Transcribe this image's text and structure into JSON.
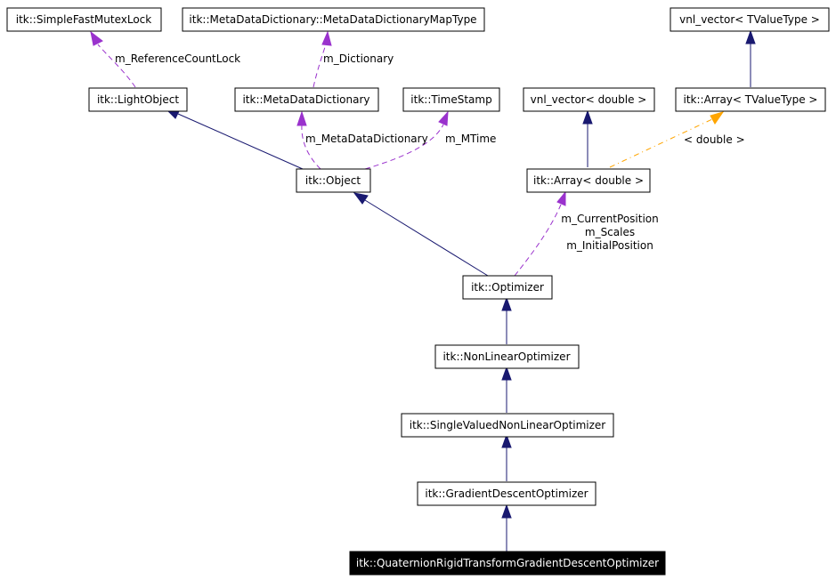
{
  "nodes": {
    "simple_fast_mutex_lock": "itk::SimpleFastMutexLock",
    "metadata_dictionary_map_type": "itk::MetaDataDictionary::MetaDataDictionaryMapType",
    "vnl_vector_tvaluetype": "vnl_vector< TValueType >",
    "light_object": "itk::LightObject",
    "metadata_dictionary": "itk::MetaDataDictionary",
    "time_stamp": "itk::TimeStamp",
    "vnl_vector_double": "vnl_vector< double >",
    "array_tvaluetype": "itk::Array< TValueType >",
    "object": "itk::Object",
    "array_double": "itk::Array< double >",
    "optimizer": "itk::Optimizer",
    "nonlinear_optimizer": "itk::NonLinearOptimizer",
    "single_valued_nonlinear_optimizer": "itk::SingleValuedNonLinearOptimizer",
    "gradient_descent_optimizer": "itk::GradientDescentOptimizer",
    "quaternion_optimizer": "itk::QuaternionRigidTransformGradientDescentOptimizer"
  },
  "edge_labels": {
    "reference_count_lock": "m_ReferenceCountLock",
    "dictionary": "m_Dictionary",
    "metadata_dictionary": "m_MetaDataDictionary",
    "mtime": "m_MTime",
    "double_template": "< double >",
    "current_position": "m_CurrentPosition",
    "scales": "m_Scales",
    "initial_position": "m_InitialPosition"
  },
  "colors": {
    "inheritance": "#191970",
    "member": "#9a32cd",
    "template": "#ffa500",
    "current_node_fill": "#000000",
    "current_node_text": "#ffffff"
  }
}
